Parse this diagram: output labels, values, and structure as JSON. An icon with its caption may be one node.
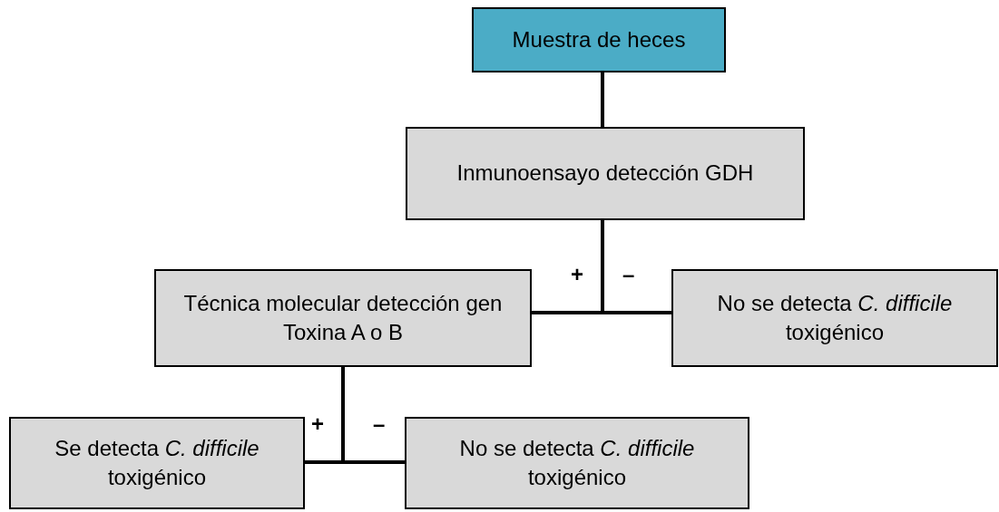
{
  "diagram": {
    "nodes": [
      {
        "text": [
          "Muestra de heces"
        ]
      },
      {
        "text": [
          "Inmunoensayo detección GDH"
        ]
      },
      {
        "text": [
          "Técnica molecular detección gen Toxina A o B"
        ]
      },
      {
        "text": [
          "No se detecta *C. difficile* toxigénico"
        ]
      },
      {
        "text": [
          "Se detecta *C. difficile* toxigénico"
        ]
      },
      {
        "text": [
          "No se detecta *C. difficile* toxigénico"
        ]
      }
    ],
    "edges": [
      {
        "from": 0,
        "to": 1,
        "arrow": "none"
      },
      {
        "from": 1,
        "to": 2,
        "arrow": "none",
        "label": "+"
      },
      {
        "from": 1,
        "to": 3,
        "arrow": "none",
        "label": "–"
      },
      {
        "from": 2,
        "to": 4,
        "arrow": "none",
        "label": "+"
      },
      {
        "from": 2,
        "to": 5,
        "arrow": "none",
        "label": "–"
      }
    ]
  }
}
